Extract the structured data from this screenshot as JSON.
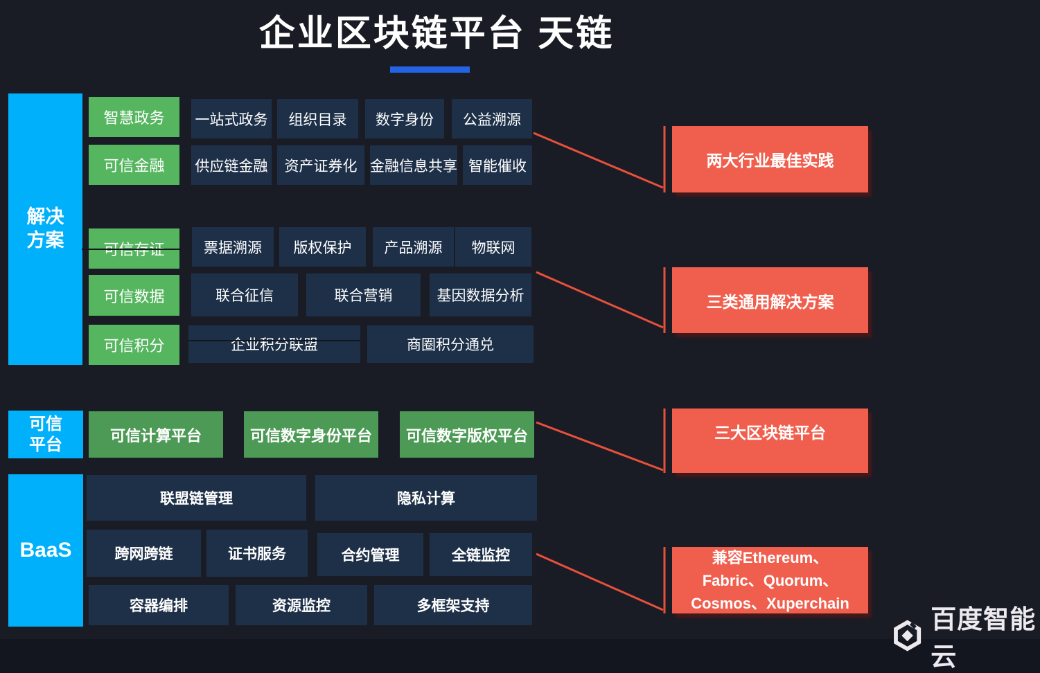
{
  "title": "企业区块链平台 天链",
  "colors": {
    "background": "#1a1c25",
    "dark_box": "#1e3048",
    "bright_green": "#55b65f",
    "muted_green": "#4c9a55",
    "cyan_blue": "#00b0fa",
    "callout_red": "#f05f4e",
    "connector_red": "#e8503c",
    "title_accent_blue": "#2463e6"
  },
  "sections": {
    "solution": {
      "label": "解决\n方案",
      "green_boxes": [
        "智慧政务",
        "可信金融",
        "可信存证",
        "可信数据",
        "可信积分"
      ],
      "detail_boxes": [
        "一站式政务",
        "组织目录",
        "数字身份",
        "公益溯源",
        "供应链金融",
        "资产证券化",
        "金融信息共享",
        "智能催收",
        "票据溯源",
        "版权保护",
        "产品溯源",
        "物联网",
        "联合征信",
        "联合营销",
        "基因数据分析",
        "企业积分联盟",
        "商圈积分通兑"
      ]
    },
    "platform": {
      "label": "可信\n平台",
      "green_boxes": [
        "可信计算平台",
        "可信数字身份平台",
        "可信数字版权平台"
      ]
    },
    "baas": {
      "label": "BaaS",
      "detail_boxes": [
        "联盟链管理",
        "隐私计算",
        "跨网跨链",
        "证书服务",
        "合约管理",
        "全链监控",
        "容器编排",
        "资源监控",
        "多框架支持"
      ]
    }
  },
  "callouts": [
    "两大行业最佳实践",
    "三类通用解决方案",
    "三大区块链平台",
    "兼容Ethereum、\nFabric、Quorum、\nCosmos、Xuperchain"
  ],
  "footer": {
    "logo_text": "百度智能云"
  }
}
